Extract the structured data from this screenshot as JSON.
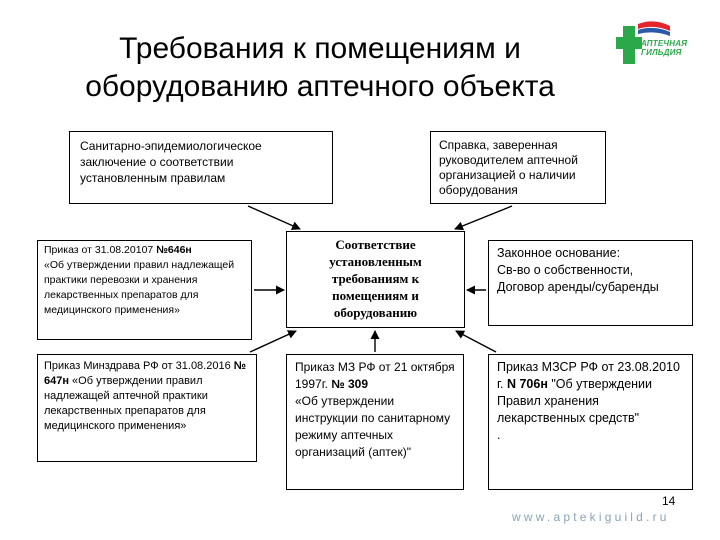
{
  "slide": {
    "title_line1": "Требования к помещениям и",
    "title_line2": "оборудованию аптечного объекта",
    "logo": {
      "icon": "green-cross-icon",
      "text_line1": "АПТЕЧНАЯ",
      "text_line2": "ГИЛЬДИЯ",
      "colors": {
        "cross": "#2aa84a",
        "flag_red": "#e3262c",
        "flag_blue": "#2a5aa8"
      }
    },
    "boxes": {
      "top_left": "Санитарно-эпидемиологическое заключение о соответствии установленным правилам",
      "top_right": "Справка, заверенная руководителем аптечной организацией о наличии оборудования",
      "center": "Соответствие установленным требованиям к помещениям и оборудованию",
      "mid_left": {
        "p1": "Приказ от 31.08.20107 ",
        "p2": "№646н",
        "p3": "«Об утверждении правил надлежащей практики перевозки и хранения лекарственных препаратов для медицинского применения»"
      },
      "mid_right": "Законное основание:\nСв-во о собственности,\nДоговор аренды/субаренды",
      "bot_left": {
        "p1": "Приказ Минздрава РФ от 31.08.2016 ",
        "p2": "№ 647н",
        "p3": " «Об утверждении правил надлежащей аптечной практики лекарственных препаратов для медицинского применения»"
      },
      "bot_center": {
        "p1": "Приказ МЗ РФ от 21 октября 1997г. ",
        "p2": "№ 309",
        "p3": "\n«Об утверждении инструкции по санитарному режиму аптечных организаций (аптек)\""
      },
      "bot_right": {
        "p1": "Приказ МЗСР РФ от 23.08.2010 г. ",
        "p2": "N 706н",
        "p3": " \"Об утверждении Правил хранения лекарственных средств\"\n."
      }
    },
    "page_number": "14",
    "website": "www.aptekiguild.ru"
  }
}
